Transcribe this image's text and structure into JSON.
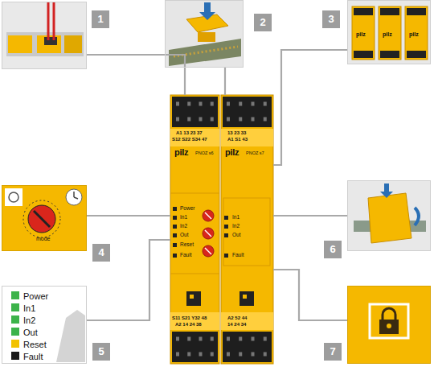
{
  "diagram": {
    "nodes": [
      {
        "text": [
          "1"
        ]
      },
      {
        "text": [
          "2"
        ]
      },
      {
        "text": [
          "3",
          "pilz",
          "pilz",
          "pilz"
        ]
      },
      {
        "text": [
          "A1 13 23 37",
          "S12 S22 S34 47",
          "pilz",
          "PNOZ s6",
          "Power",
          "In1",
          "In2",
          "Out",
          "Reset",
          "Fault",
          "S11 S21 Y32 48",
          "A2 14 24 38"
        ]
      },
      {
        "text": [
          "13 23 33",
          "A1 S1 43",
          "pilz",
          "PNOZ s7",
          "In1",
          "In2",
          "Out",
          "Fault",
          "A2 52 44",
          "14 24 34"
        ]
      },
      {
        "text": [
          "4",
          "mode"
        ]
      },
      {
        "text": [
          "6"
        ]
      },
      {
        "text": [
          "5",
          "Power",
          "In1",
          "In2",
          "Out",
          "Reset",
          "Fault"
        ]
      },
      {
        "text": [
          "7"
        ]
      }
    ],
    "edges": [
      {
        "from": 0,
        "to": 3,
        "arrow": "none"
      },
      {
        "from": 1,
        "to": 4,
        "arrow": "none"
      },
      {
        "from": 2,
        "to": 4,
        "arrow": "none"
      },
      {
        "from": 5,
        "to": 3,
        "arrow": "none"
      },
      {
        "from": 6,
        "to": 4,
        "arrow": "none"
      },
      {
        "from": 7,
        "to": 3,
        "arrow": "none"
      },
      {
        "from": 8,
        "to": 4,
        "arrow": "none"
      }
    ]
  }
}
